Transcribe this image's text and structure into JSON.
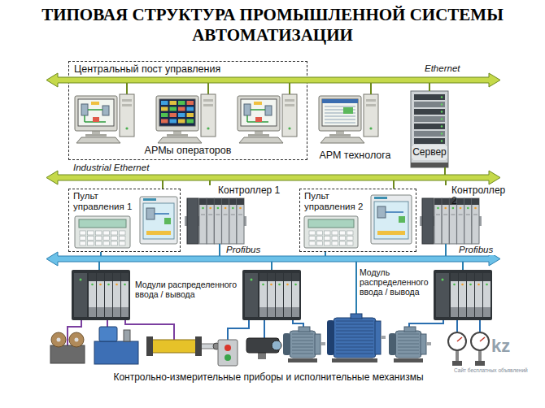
{
  "diagram": {
    "title": "ТИПОВАЯ СТРУКТУРА ПРОМЫШЛЕННОЙ СИСТЕМЫ АВТОМАТИЗАЦИИ",
    "nodes": [
      {
        "text": [
          "Центральный пост управления",
          "АРМы операторов"
        ]
      },
      {
        "text": [
          "Ethernet"
        ]
      },
      {
        "text": [
          "АРМ технолога"
        ]
      },
      {
        "text": [
          "Сервер"
        ]
      },
      {
        "text": [
          "Industrial Ethernet"
        ]
      },
      {
        "text": [
          "Пульт управления 1"
        ]
      },
      {
        "text": [
          "Контроллер 1"
        ]
      },
      {
        "text": [
          "Пульт управления 2"
        ]
      },
      {
        "text": [
          "Контроллер 2"
        ]
      },
      {
        "text": [
          "Profibus",
          "Profibus"
        ]
      }
    ],
    "edges": [
      {
        "from": 2,
        "to": 1,
        "arrow": "none"
      },
      {
        "from": 3,
        "to": 1,
        "arrow": "none"
      },
      {
        "from": 3,
        "to": 4,
        "arrow": "none"
      },
      {
        "from": 5,
        "to": 4,
        "arrow": "none"
      },
      {
        "from": 5,
        "to": 9,
        "arrow": "none"
      },
      {
        "from": 6,
        "to": 4,
        "arrow": "none"
      },
      {
        "from": 6,
        "to": 9,
        "arrow": "none"
      },
      {
        "from": 7,
        "to": 4,
        "arrow": "none"
      },
      {
        "from": 7,
        "to": 9,
        "arrow": "none"
      },
      {
        "from": 8,
        "to": 4,
        "arrow": "none"
      },
      {
        "from": 8,
        "to": 9,
        "arrow": "none"
      }
    ],
    "labels": [
      "Модули распределенного ввода / вывода",
      "Модуль распределенного ввода / вывода",
      "Контрольно-измерительные приборы и исполнительные механизмы",
      "kz",
      "Сайт бесплатных объявлений"
    ]
  }
}
